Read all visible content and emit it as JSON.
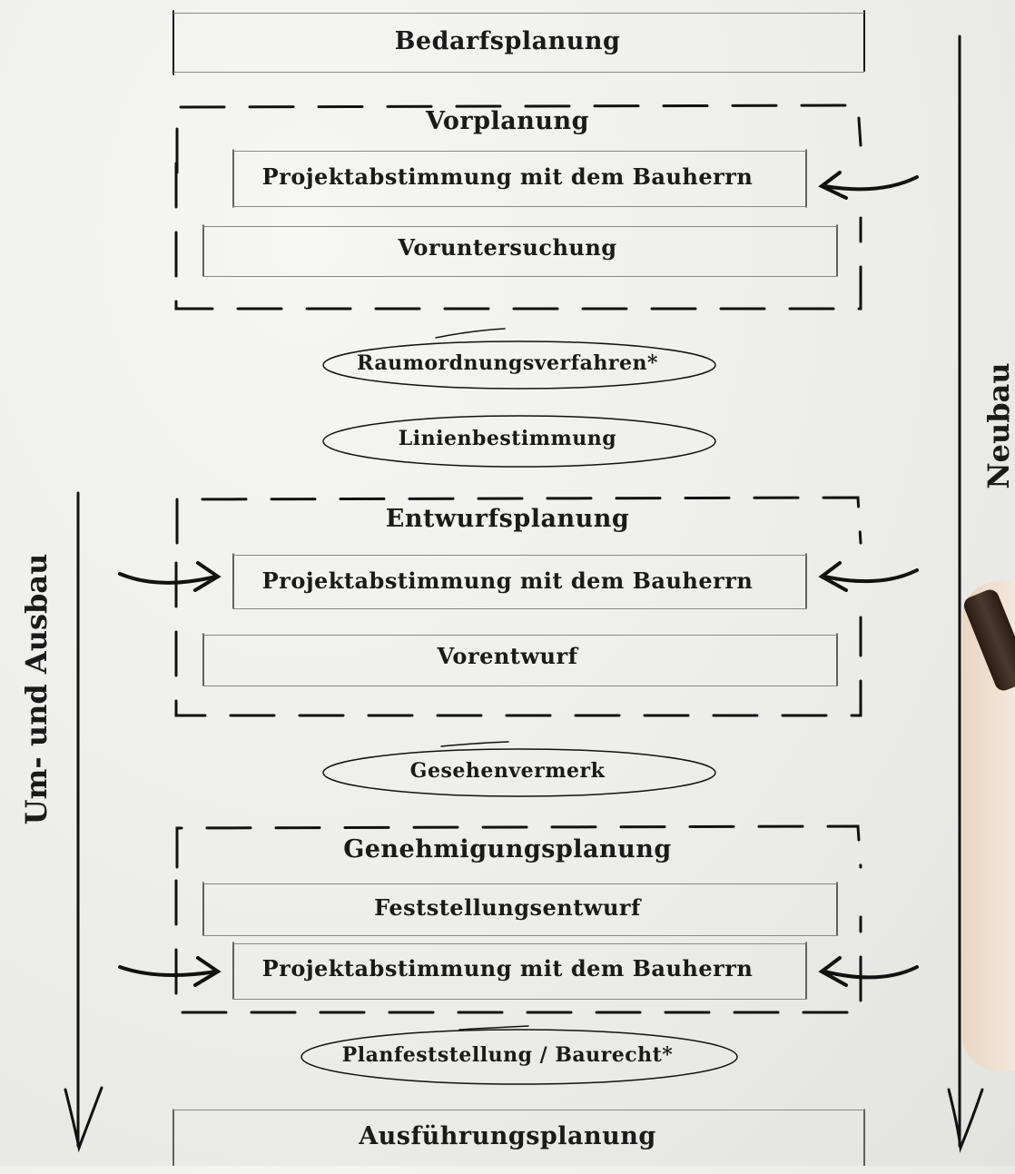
{
  "steps": {
    "bedarfsplanung": "Bedarfsplanung",
    "vorplanung": "Vorplanung",
    "projektabstimmung": "Projektabstimmung mit dem Bauherrn",
    "voruntersuchung": "Voruntersuchung",
    "raumordnung": "Raumordnungsverfahren*",
    "linienbestimmung": "Linienbestimmung",
    "entwurfsplanung": "Entwurfsplanung",
    "vorentwurf": "Vorentwurf",
    "gesehenvermerk": "Gesehenvermerk",
    "genehmigungsplanung": "Genehmigungsplanung",
    "feststellungsentwurf": "Feststellungsentwurf",
    "planfeststellung": "Planfeststellung / Baurecht*",
    "ausfuehrungsplanung": "Ausführungsplanung"
  },
  "axes": {
    "neubau": "Neubau",
    "um_ausbau": "Um- und Ausbau"
  },
  "icons": {
    "hand": "hand-with-marker-icon",
    "arrow": "curved-arrow-icon"
  }
}
